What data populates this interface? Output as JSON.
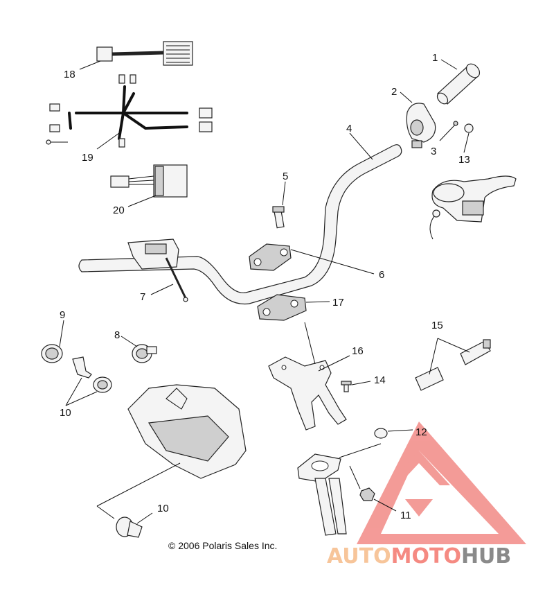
{
  "callouts": {
    "c1": "1",
    "c2": "2",
    "c3": "3",
    "c4": "4",
    "c5": "5",
    "c6": "6",
    "c7": "7",
    "c8": "8",
    "c9": "9",
    "c10a": "10",
    "c10b": "10",
    "c11": "11",
    "c12": "12",
    "c13": "13",
    "c14": "14",
    "c15": "15",
    "c16": "16",
    "c17": "17",
    "c18": "18",
    "c19": "19",
    "c20": "20"
  },
  "copyright": "© 2006 Polaris Sales Inc.",
  "watermark": {
    "part1": "AUTO",
    "part2": "MOTO",
    "part3": "HUB",
    "colors": {
      "auto": "#f7c59a",
      "moto": "#f58a82",
      "hub": "#8a8a8a",
      "triangle": "#f28a86"
    }
  }
}
